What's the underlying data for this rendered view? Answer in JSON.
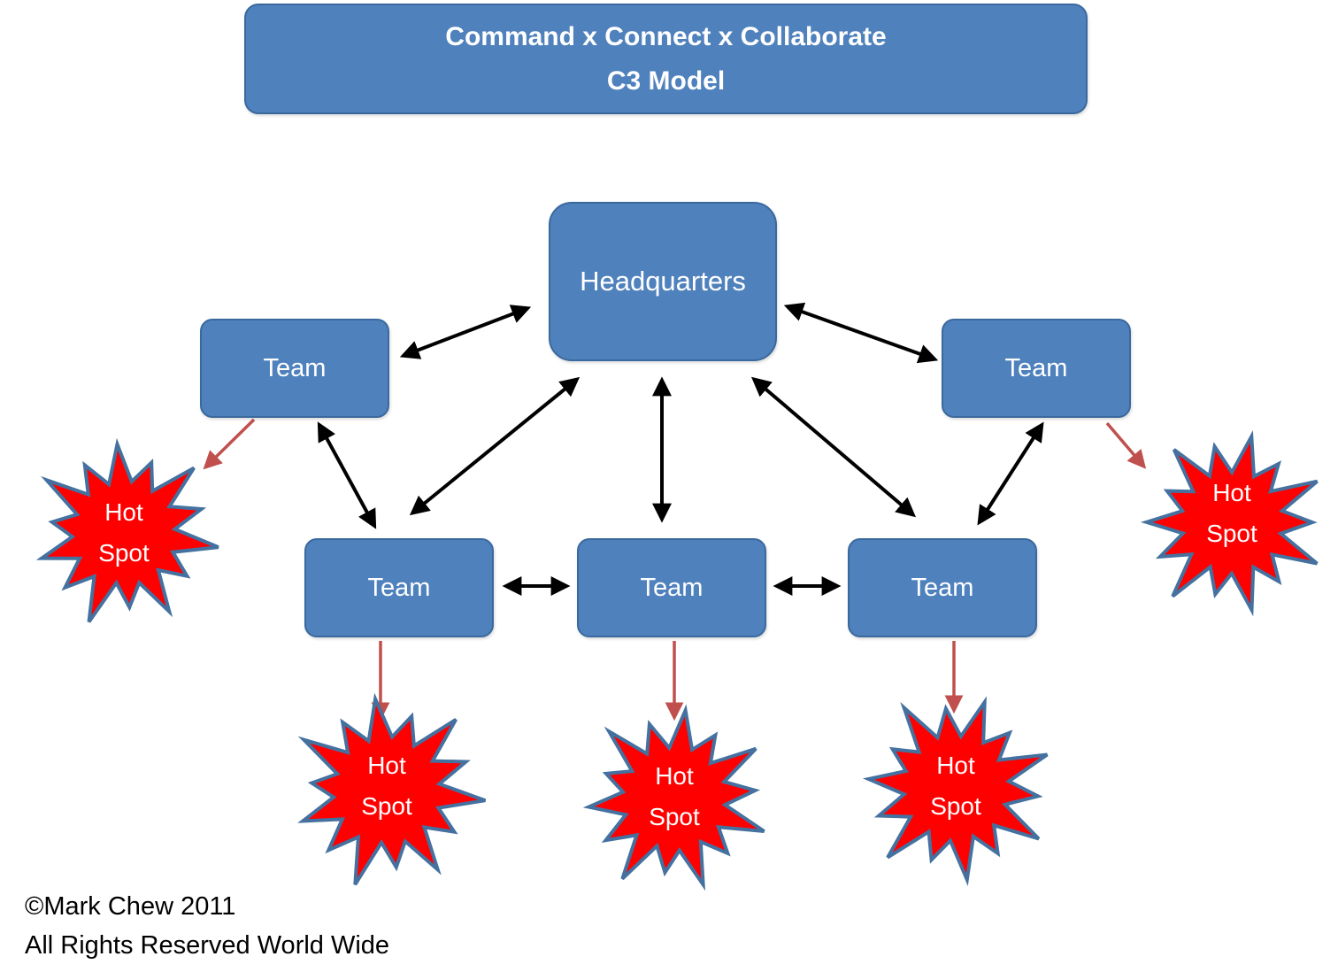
{
  "title": {
    "line1": "Command x Connect x Collaborate",
    "line2": "C3 Model"
  },
  "nodes": {
    "headquarters": {
      "label": "Headquarters"
    },
    "team_top_left": {
      "label": "Team"
    },
    "team_top_right": {
      "label": "Team"
    },
    "team_bottom_left": {
      "label": "Team"
    },
    "team_bottom_middle": {
      "label": "Team"
    },
    "team_bottom_right": {
      "label": "Team"
    }
  },
  "hotspots": {
    "left": {
      "line1": "Hot",
      "line2": "Spot"
    },
    "right": {
      "line1": "Hot",
      "line2": "Spot"
    },
    "bottom_left": {
      "line1": "Hot",
      "line2": "Spot"
    },
    "bottom_middle": {
      "line1": "Hot",
      "line2": "Spot"
    },
    "bottom_right": {
      "line1": "Hot",
      "line2": "Spot"
    }
  },
  "connections": {
    "bidirectional_black": [
      "headquarters - team_top_left",
      "headquarters - team_top_right",
      "headquarters - team_bottom_left",
      "headquarters - team_bottom_middle",
      "headquarters - team_bottom_right",
      "team_top_left - team_bottom_left",
      "team_top_right - team_bottom_right",
      "team_bottom_left - team_bottom_middle",
      "team_bottom_middle - team_bottom_right"
    ],
    "directed_red": [
      "team_top_left -> hotspot_left",
      "team_top_right -> hotspot_right",
      "team_bottom_left -> hotspot_bottom_left",
      "team_bottom_middle -> hotspot_bottom_middle",
      "team_bottom_right -> hotspot_bottom_right"
    ]
  },
  "footer": {
    "line1": "©Mark Chew 2011",
    "line2": "All Rights Reserved World Wide"
  },
  "colors": {
    "background": "#FFFFFF",
    "node_fill": "#4F81BD",
    "node_border": "#3A699E",
    "node_text": "#FFFFFF",
    "hotspot_fill": "#FF0000",
    "hotspot_border": "#44719F",
    "black_arrow": "#000000",
    "red_arrow": "#C0504D",
    "footer_text": "#000000"
  }
}
